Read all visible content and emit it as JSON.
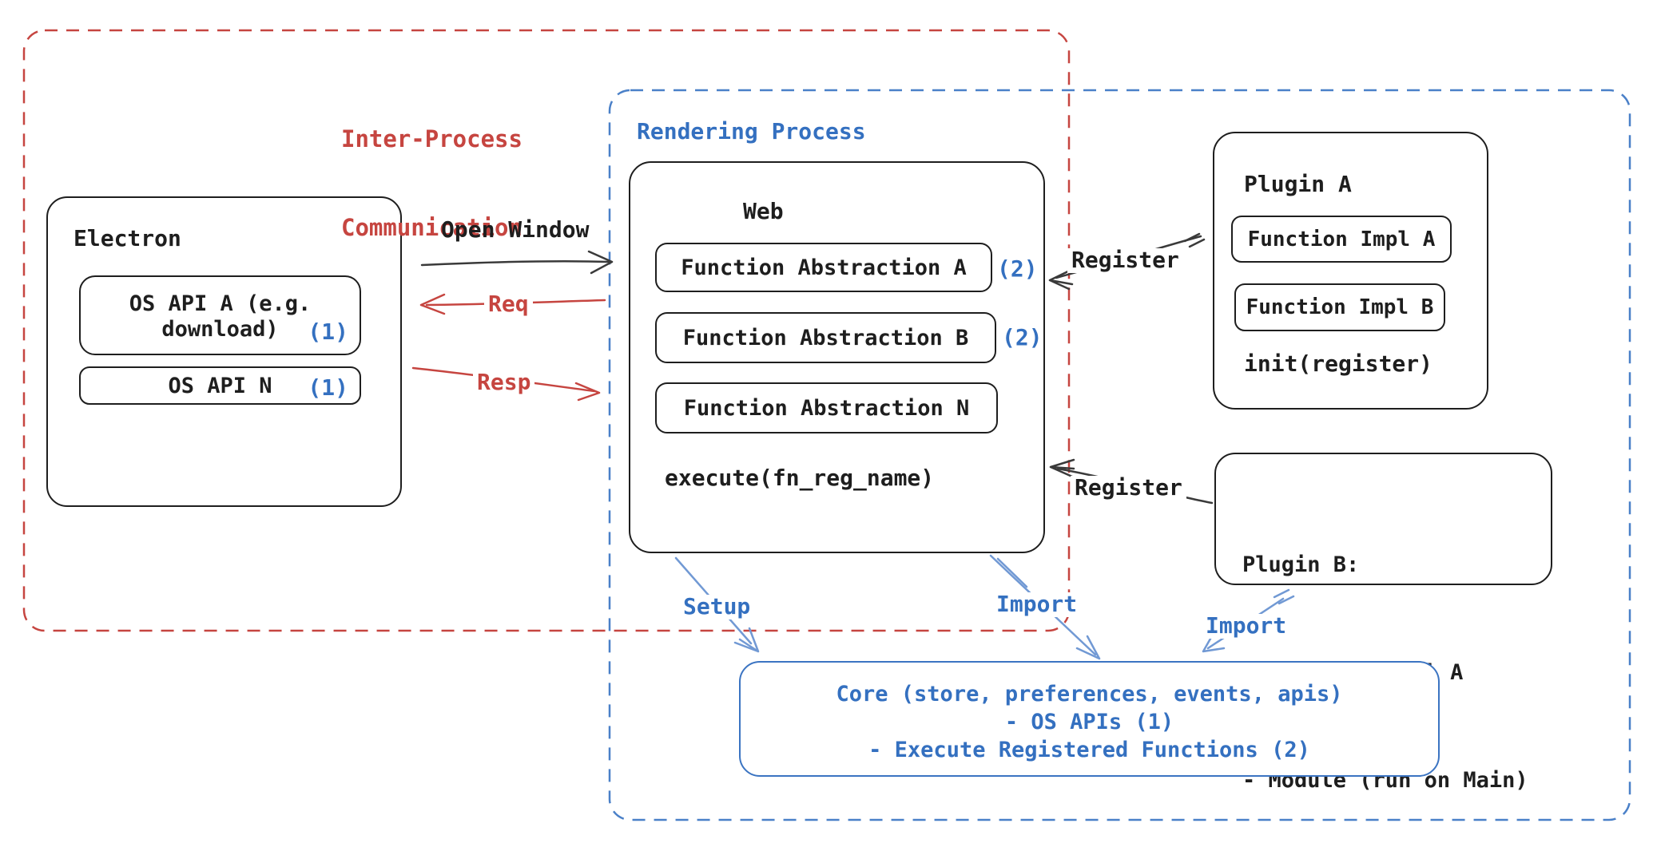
{
  "containers": {
    "ipc": {
      "label_line1": "Inter-Process",
      "label_line2": "Communication"
    },
    "rendering_process": {
      "label": "Rendering Process"
    }
  },
  "electron_box": {
    "title": "Electron",
    "os_api_a": {
      "line1": "OS API A (e.g.",
      "line2": "download)",
      "badge": "(1)"
    },
    "os_api_n": {
      "label": "OS API N",
      "badge": "(1)"
    }
  },
  "web_box": {
    "title": "Web",
    "functions": [
      {
        "label": "Function Abstraction A",
        "badge": "(2)"
      },
      {
        "label": "Function Abstraction B",
        "badge": "(2)"
      },
      {
        "label": "Function Abstraction N",
        "badge": ""
      }
    ],
    "execute_label": "execute(fn_reg_name)"
  },
  "plugin_a_box": {
    "title": "Plugin A",
    "impl_a": "Function Impl A",
    "impl_b": "Function Impl B",
    "init_label": "init(register)"
  },
  "plugin_b_box": {
    "title": "Plugin B:",
    "item_1": "- Function Impl A",
    "item_2": "- Module (run on Main)"
  },
  "core_box": {
    "line1": "Core (store, preferences, events, apis)",
    "line2": "- OS APIs (1)",
    "line3": "- Execute Registered Functions (2)"
  },
  "arrow_labels": {
    "open_window": "Open Window",
    "req": "Req",
    "resp": "Resp",
    "register_a": "Register",
    "register_b": "Register",
    "setup": "Setup",
    "import_web": "Import",
    "import_plugin": "Import"
  },
  "colors": {
    "red": "#c64540",
    "blue_text": "#3470c0",
    "blue_dash": "#4a80c8",
    "blue_arrow": "#7199d4",
    "ink": "#1e1e1e"
  }
}
